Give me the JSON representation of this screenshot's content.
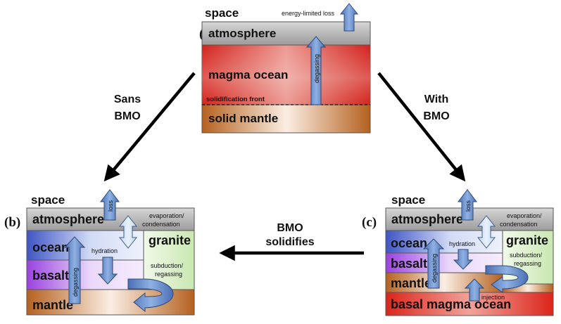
{
  "panel_a": {
    "label": "(a)",
    "space": "space",
    "atmosphere": "atmosphere",
    "magma_ocean": "magma ocean",
    "solidification_front": "solidification front",
    "solid_mantle": "solid mantle",
    "degassing": "degassing",
    "energy_limited_loss": "energy-limited loss"
  },
  "panel_b": {
    "label": "(b)",
    "space": "space",
    "atmosphere": "atmosphere",
    "loss": "loss",
    "evaporation": "evaporation/",
    "condensation": "condensation",
    "ocean": "ocean",
    "hydration": "hydration",
    "granite": "granite",
    "basalt": "basalt",
    "degassing": "degassing",
    "subduction": "subduction/",
    "regassing": "regassing",
    "mantle": "mantle"
  },
  "panel_c": {
    "label": "(c)",
    "space": "space",
    "atmosphere": "atmosphere",
    "loss": "loss",
    "evaporation": "evaporation/",
    "condensation": "condensation",
    "ocean": "ocean",
    "hydration": "hydration",
    "granite": "granite",
    "basalt": "basalt",
    "degassing": "degassing",
    "subduction": "subduction/",
    "regassing": "regassing",
    "mantle": "mantle",
    "injection": "injection",
    "basal_magma_ocean": "basal magma ocean"
  },
  "transitions": {
    "sans_bmo_line1": "Sans",
    "sans_bmo_line2": "BMO",
    "with_bmo_line1": "With",
    "with_bmo_line2": "BMO",
    "bmo_solidifies_line1": "BMO",
    "bmo_solidifies_line2": "solidifies"
  },
  "colors": {
    "atmosphere": "#b5b5b5",
    "magma": "#d42a1e",
    "mantle_brown": "#b8642a",
    "ocean_blue": "#4a63c9",
    "basalt_purple": "#a24fe0",
    "granite_green": "#d7eec4",
    "arrow_blue": "#6b8fc6"
  }
}
